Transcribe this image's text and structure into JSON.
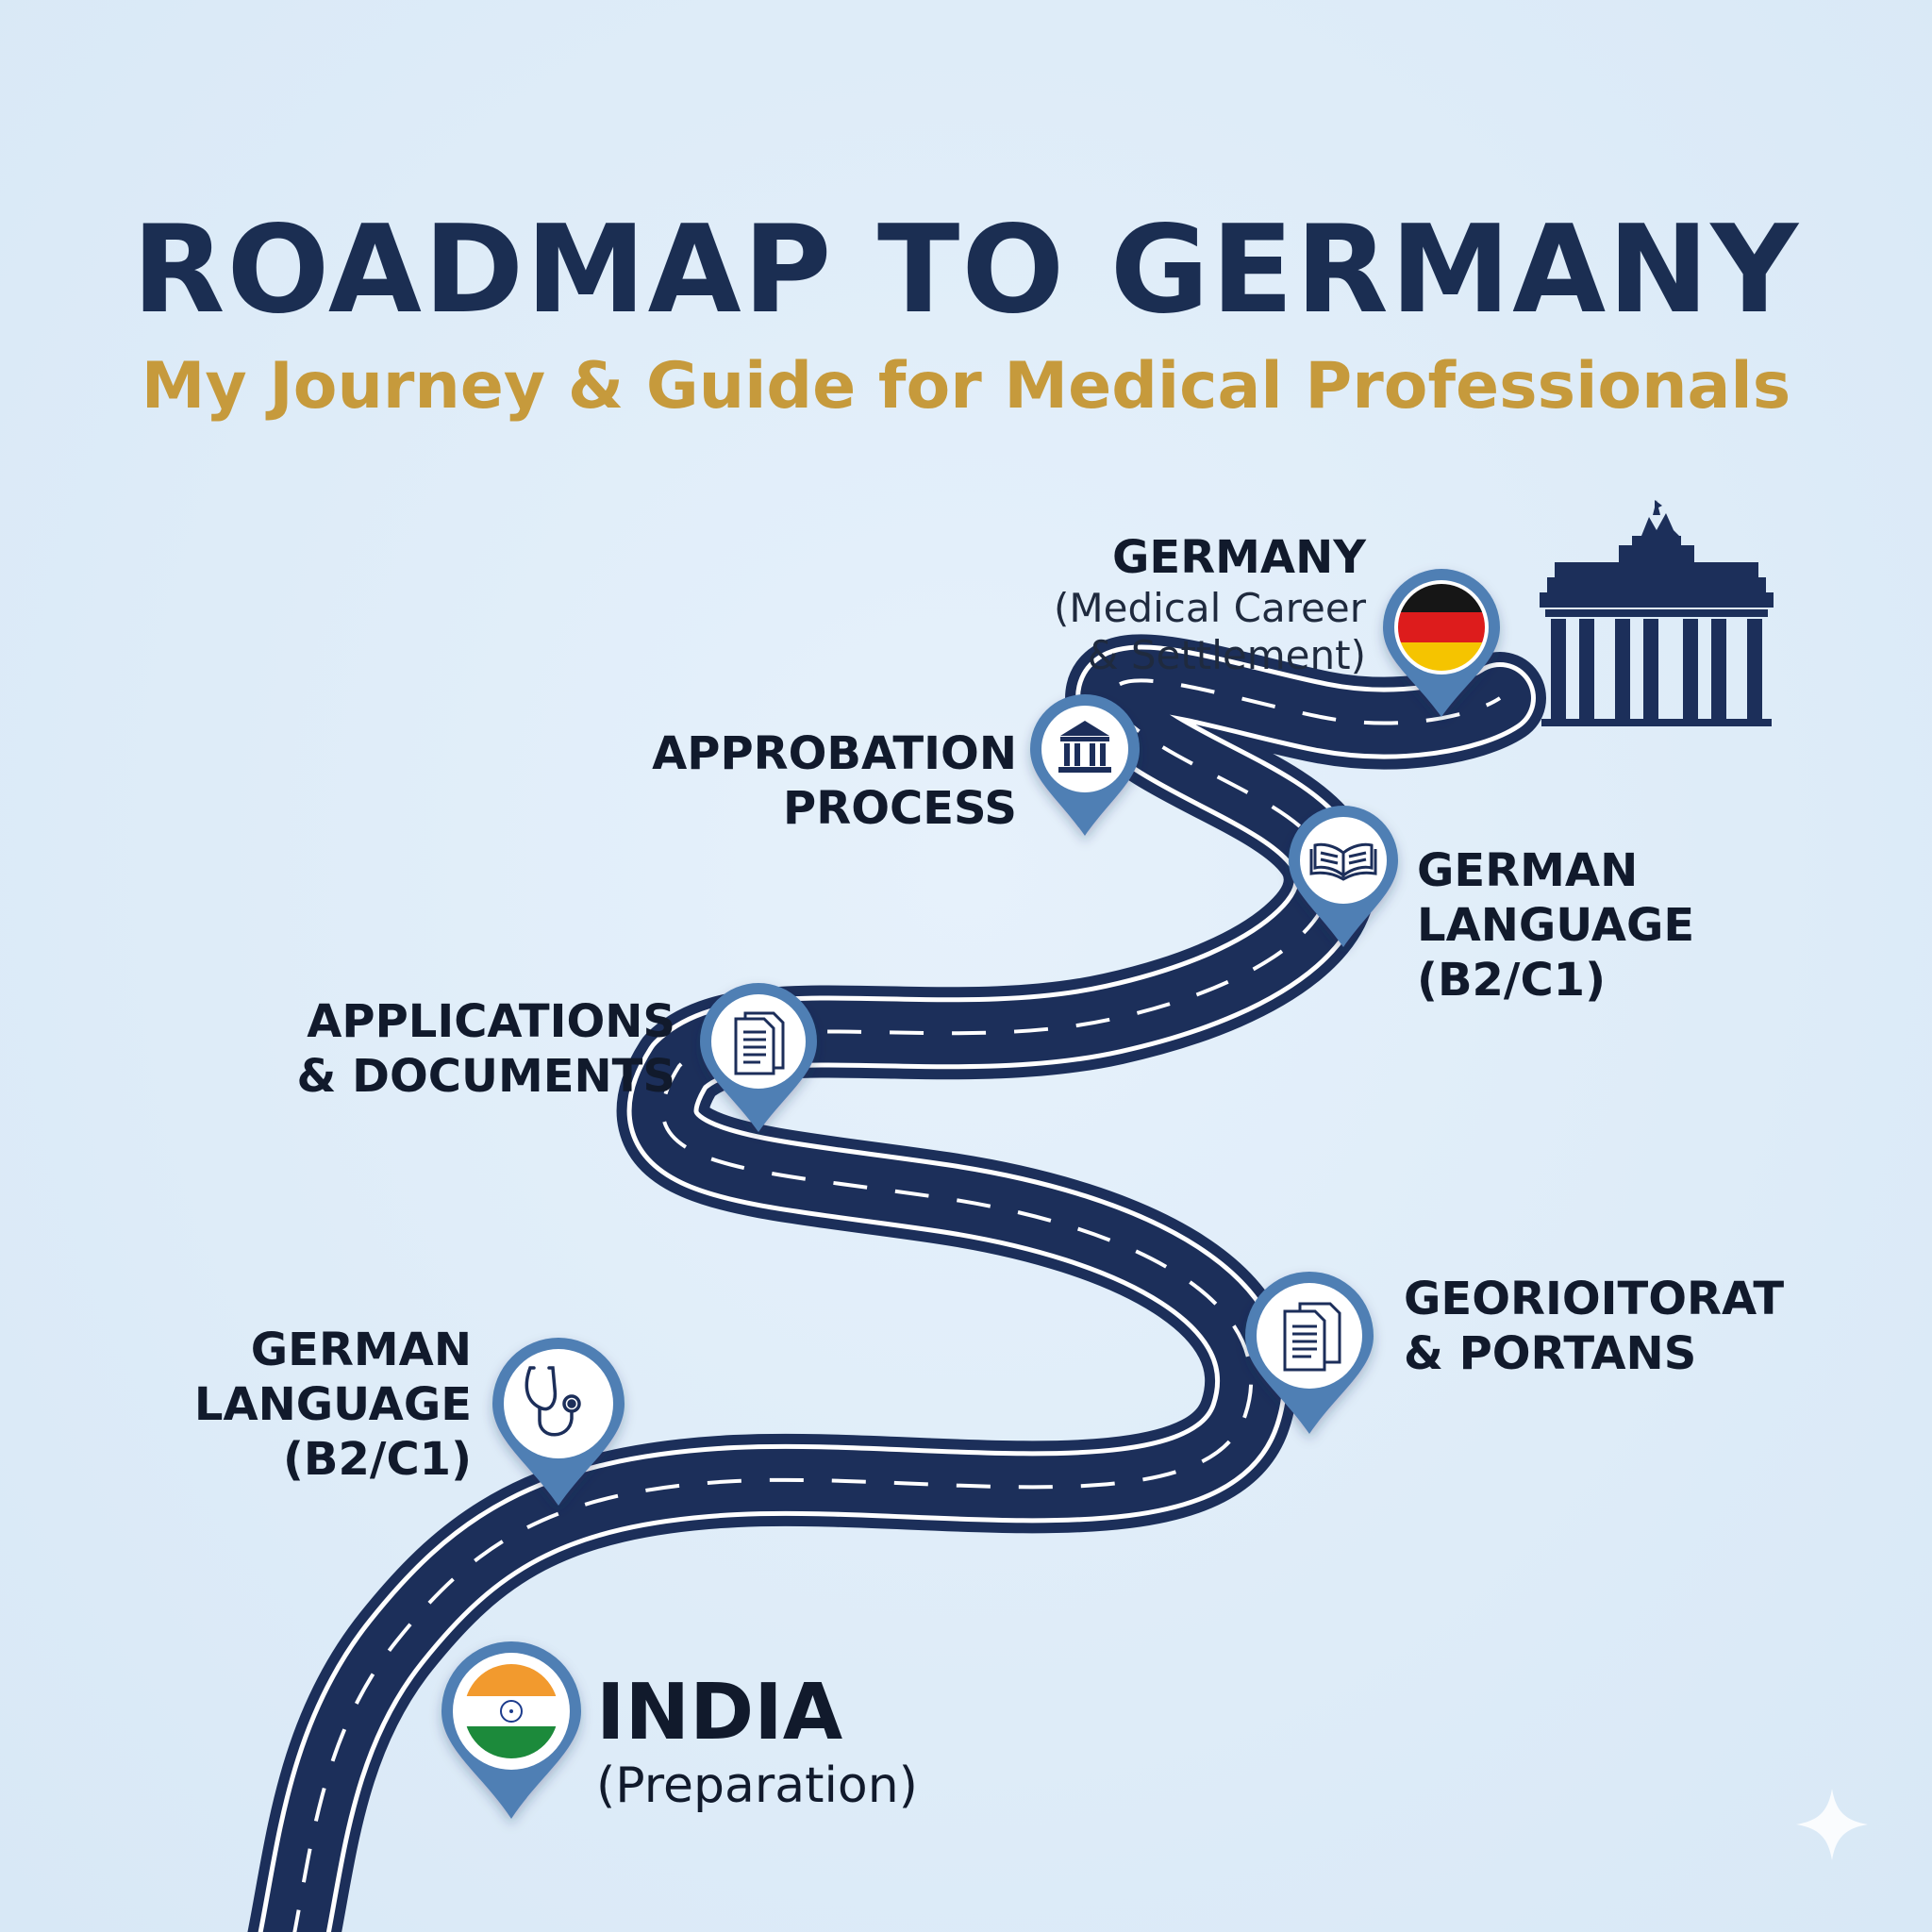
{
  "header": {
    "title": "ROADMAP TO GERMANY",
    "subtitle": "My Journey & Guide for Medical Professionals"
  },
  "milestones": [
    {
      "id": "india",
      "title": "INDIA",
      "subtitle": "(Preparation)",
      "icon": "india-flag-icon"
    },
    {
      "id": "language-1",
      "lines": [
        "GERMAN",
        "LANGUAGE",
        "(B2/C1)"
      ],
      "icon": "stethoscope-icon"
    },
    {
      "id": "georioitorat",
      "lines": [
        "GEORIOITORAT",
        "& PORTANS"
      ],
      "icon": "documents-icon"
    },
    {
      "id": "applications",
      "lines": [
        "APPLICATIONS",
        "& DOCUMENTS"
      ],
      "icon": "document-icon"
    },
    {
      "id": "language-2",
      "lines": [
        "GERMAN",
        "LANGUAGE",
        "(B2/C1)"
      ],
      "icon": "open-book-icon"
    },
    {
      "id": "approbation",
      "lines": [
        "APPROBATION",
        "PROCESS"
      ],
      "icon": "government-building-icon"
    },
    {
      "id": "germany",
      "title": "GERMANY",
      "sub_lines": [
        "(Medical Career",
        "& Settlement)"
      ],
      "icon": "germany-flag-icon"
    }
  ],
  "landmark": {
    "icon": "brandenburg-gate-icon"
  },
  "colors": {
    "title": "#1b2e52",
    "subtitle": "#c69a3c",
    "road": "#1c2f5a",
    "pin": "#4f7fb4",
    "label": "#111a2c"
  }
}
